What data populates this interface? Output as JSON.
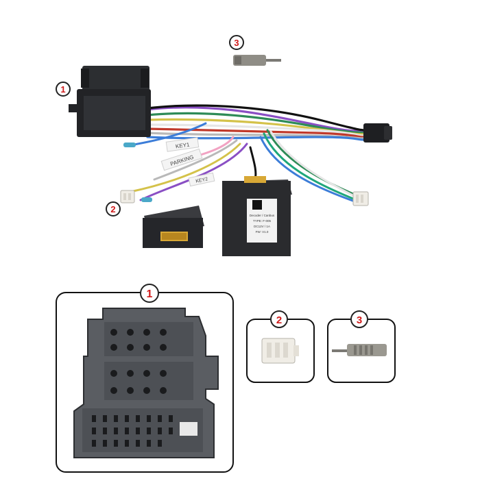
{
  "callouts": {
    "harness_label": "1",
    "connector_label": "2",
    "antenna_label": "3",
    "detail_connector_label": "1",
    "detail_plug_label": "2",
    "detail_antenna_label": "3"
  },
  "wire_tags": {
    "key1": "KEY1",
    "parking": "PARKING",
    "key2": "KEY2"
  },
  "module": {
    "label_line1": "Decoder / Canbus",
    "label_line2": "TYPE: F-005",
    "label_line3": "DC12V / 1A",
    "label_line4": "FW: V1.0"
  },
  "colors": {
    "background": "#ffffff",
    "circle_fill": "#ffffff",
    "circle_stroke": "#222222",
    "callout_text": "#d11a1a",
    "frame_stroke": "#111111",
    "connector_body": "#5a5d62",
    "connector_dark": "#2c2e31",
    "pin_hole": "#1a1b1d",
    "box_body": "#2a2b2e",
    "pins_gold": "#d8a836",
    "plug_white": "#f0ede6",
    "antenna_metal": "#9a9890"
  },
  "wire_colors": [
    "#8a4fc4",
    "#c0392b",
    "#d4c24a",
    "#2e8b57",
    "#3c7dd8",
    "#e6e6e6",
    "#b9b9b9",
    "#f2a3c3",
    "#1fa77a",
    "#111111"
  ]
}
